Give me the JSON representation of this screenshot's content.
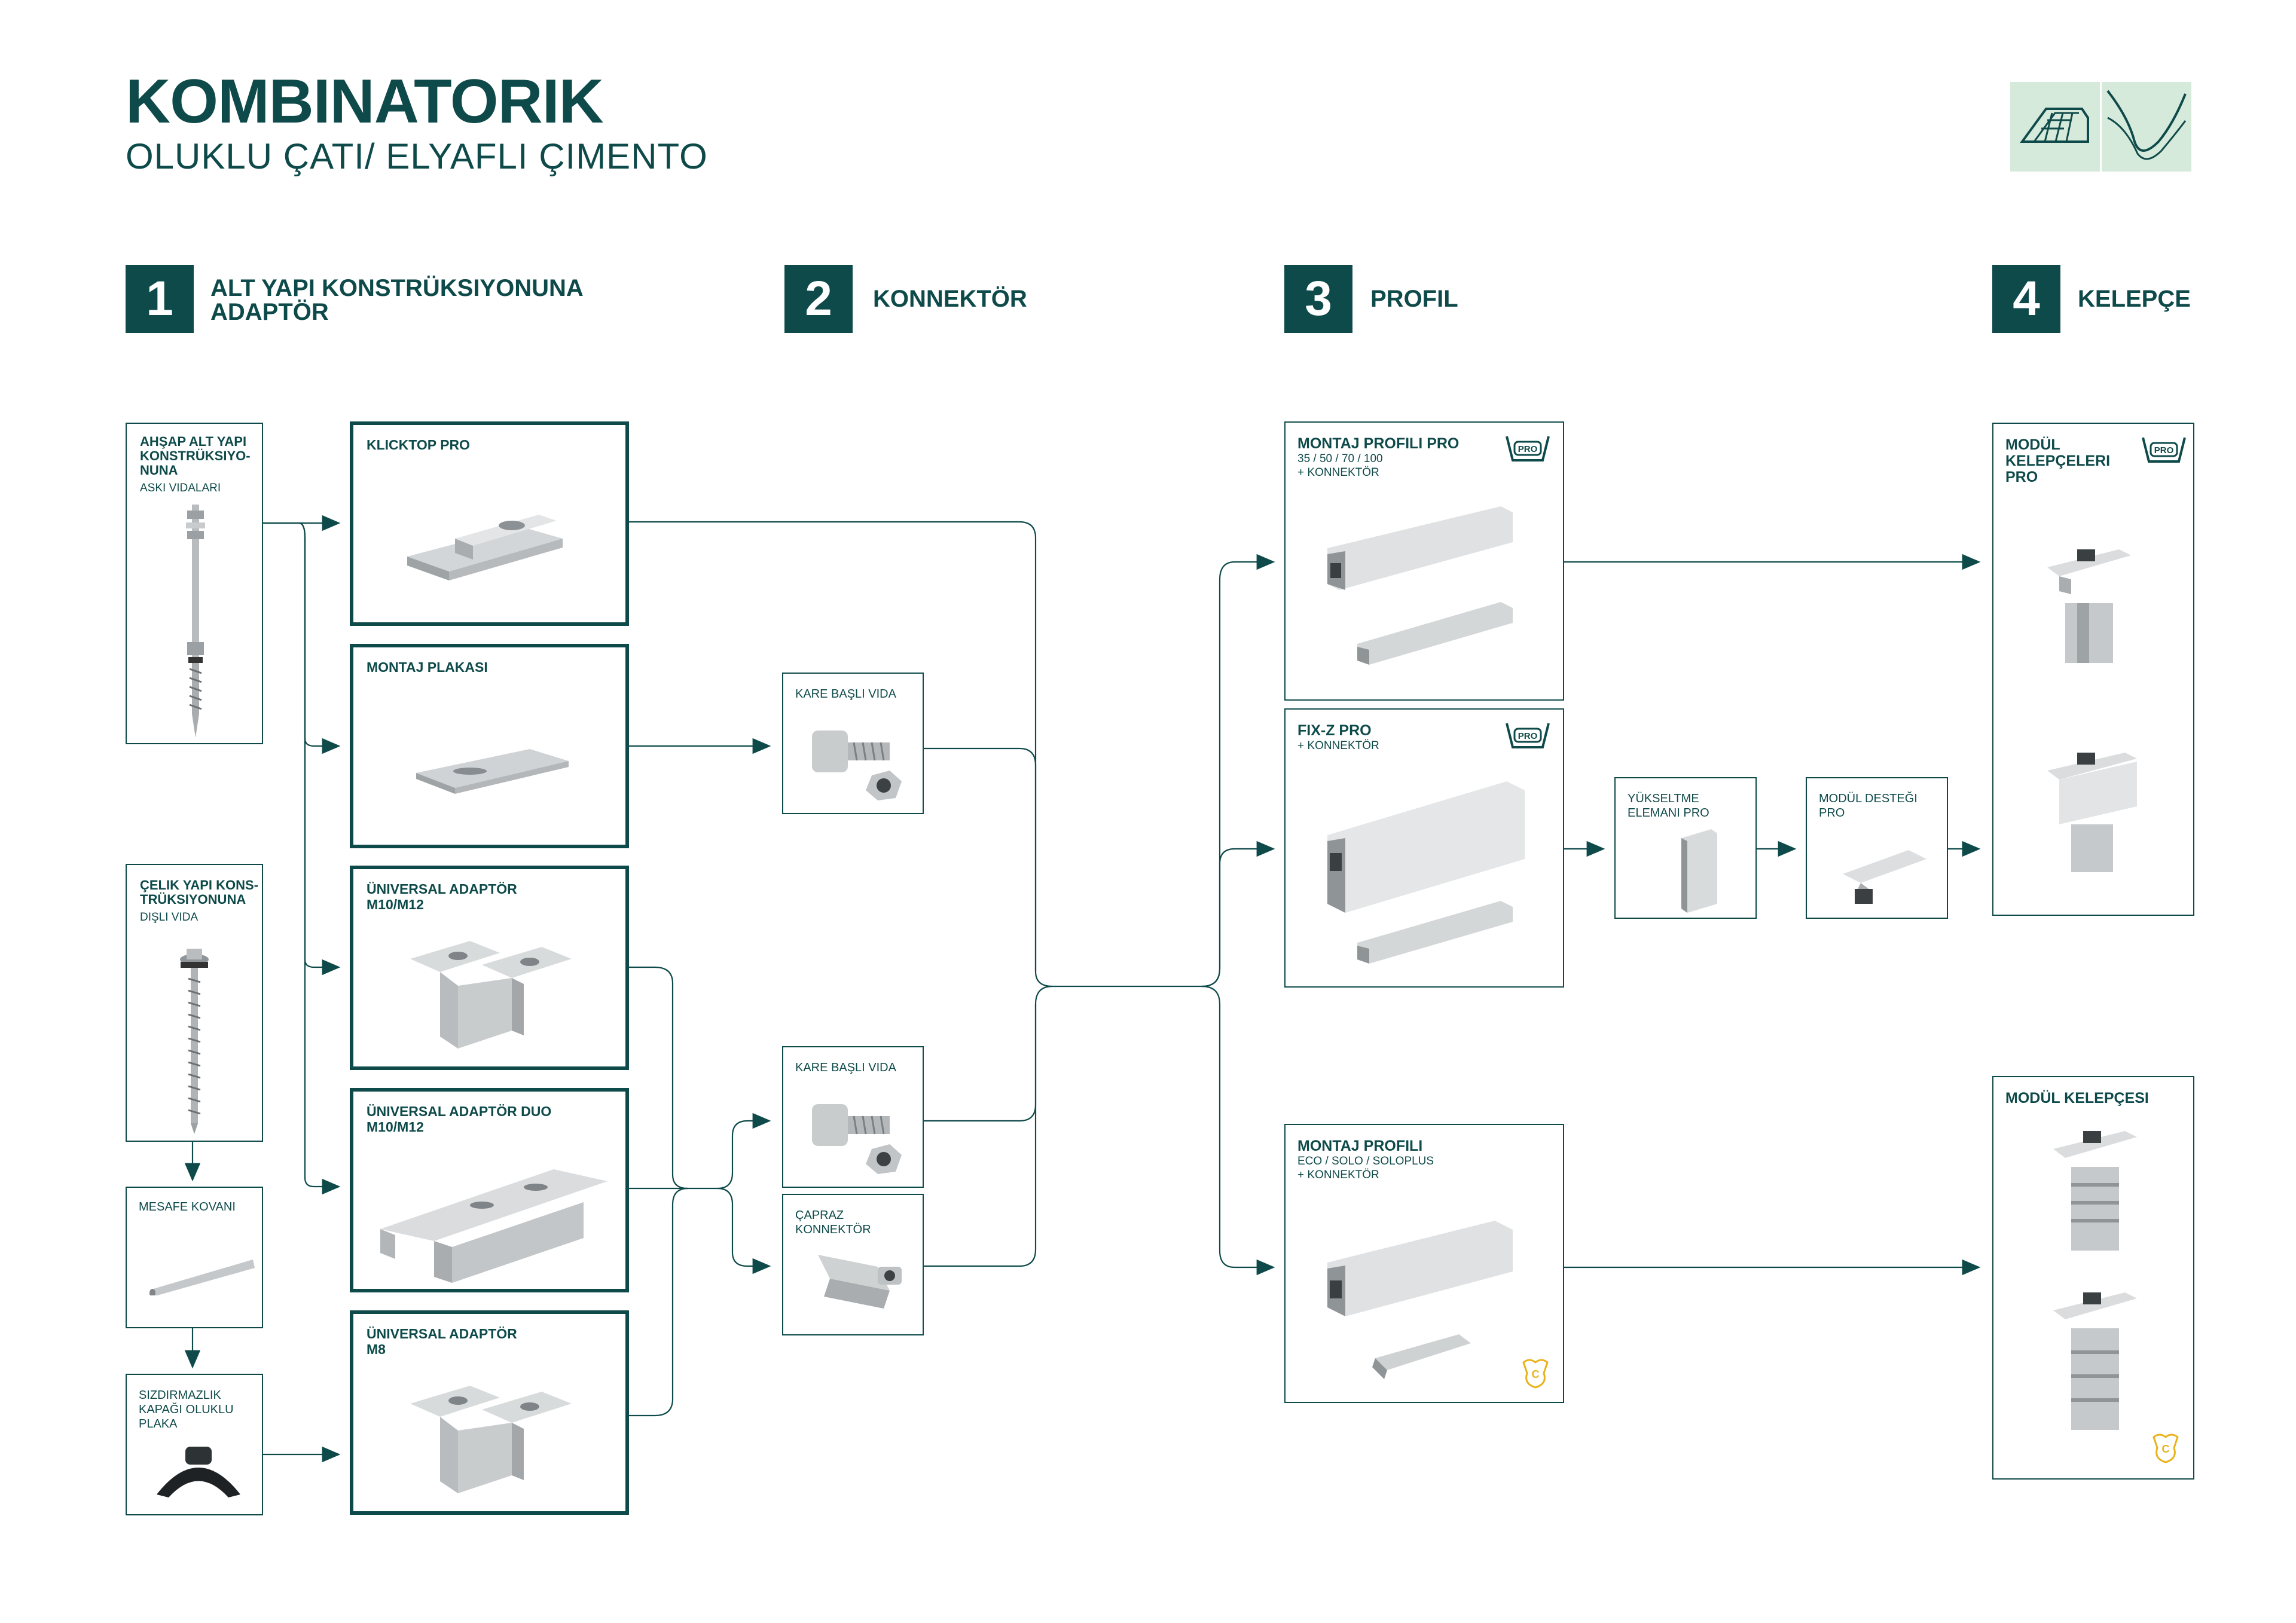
{
  "header": {
    "title": "KOMBINATORIK",
    "subtitle": "OLUKLU ÇATI/ ELYAFLI ÇIMENTO",
    "icons": [
      "solar-roof-icon",
      "corrugated-roof-icon"
    ]
  },
  "steps": [
    {
      "number": "1",
      "title": "ALT YAPI KONSTRÜKSIYONUNA ADAPTÖR"
    },
    {
      "number": "2",
      "title": "KONNEKTÖR"
    },
    {
      "number": "3",
      "title": "PROFIL"
    },
    {
      "number": "4",
      "title": "KELEPÇE"
    }
  ],
  "substructure": {
    "wood": {
      "title": "AHŞAP ALT YAPI KONSTRÜKSIYO-NUNA",
      "sub": "ASKI VIDALARI"
    },
    "steel": {
      "title": "ÇELIK YAPI KONS-TRÜKSIYONUNA",
      "sub": "DIŞLI VIDA"
    },
    "spacer": {
      "title": "MESAFE KOVANI"
    },
    "seal": {
      "title": "SIZDIRMAZLIK KAPAĞI OLUKLU PLAKA"
    }
  },
  "adapters": [
    {
      "title": "KLICKTOP PRO",
      "sub": ""
    },
    {
      "title": "MONTAJ PLAKASI",
      "sub": ""
    },
    {
      "title": "ÜNIVERSAL ADAPTÖR",
      "sub": "M10/M12"
    },
    {
      "title": "ÜNIVERSAL ADAPTÖR DUO",
      "sub": "M10/M12"
    },
    {
      "title": "ÜNIVERSAL ADAPTÖR",
      "sub": "M8"
    }
  ],
  "connectors": [
    {
      "title": "KARE BAŞLI VIDA"
    },
    {
      "title": "KARE BAŞLI VIDA"
    },
    {
      "title": "ÇAPRAZ KONNEKTÖR"
    }
  ],
  "profiles": [
    {
      "title": "MONTAJ PROFILI PRO",
      "sub1": "35 / 50 / 70 / 100",
      "sub2": "+ KONNEKTÖR",
      "badge": "PRO"
    },
    {
      "title": "FIX-Z PRO",
      "sub1": "+ KONNEKTÖR",
      "sub2": "",
      "badge": "PRO"
    },
    {
      "title": "MONTAJ PROFILI",
      "sub1": "ECO / SOLO / SOLOPLUS",
      "sub2": "+ KONNEKTÖR",
      "badge": "C"
    }
  ],
  "elevation": {
    "title": "YÜKSELTME ELEMANI PRO"
  },
  "support": {
    "title": "MODÜL DESTEĞI PRO"
  },
  "clamps": [
    {
      "title": "MODÜL KELEPÇELERI PRO",
      "badge": "PRO"
    },
    {
      "title": "MODÜL KELEPÇESI",
      "badge": "C"
    }
  ],
  "colors": {
    "primary": "#0f4a4a",
    "accent_light": "#d6eadc",
    "badge_yellow": "#e9b21a"
  }
}
